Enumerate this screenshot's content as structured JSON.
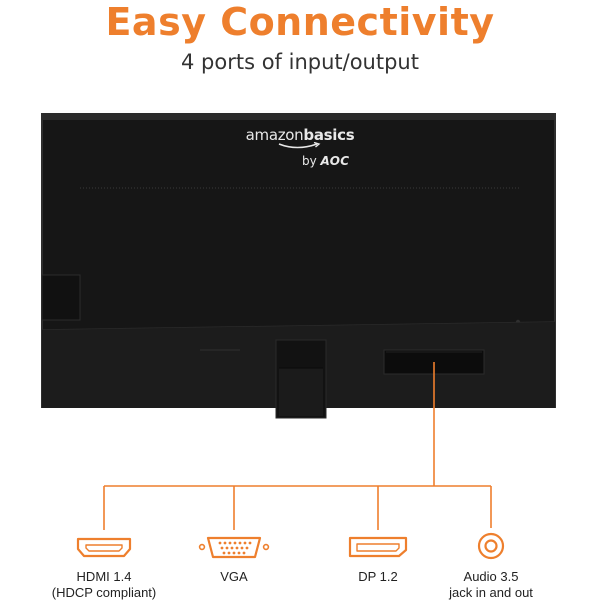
{
  "headline": "Easy Connectivity",
  "subline": "4 ports of input/output",
  "brand": {
    "name_light": "amazon",
    "name_bold": "basics",
    "by_prefix": "by",
    "partner": "AOC"
  },
  "ports": [
    {
      "label_line1": "HDMI 1.4",
      "label_line2": "(HDCP compliant)",
      "icon": "hdmi-port-icon"
    },
    {
      "label_line1": "VGA",
      "label_line2": "",
      "icon": "vga-port-icon"
    },
    {
      "label_line1": "DP 1.2",
      "label_line2": "",
      "icon": "displayport-icon"
    },
    {
      "label_line1": "Audio 3.5",
      "label_line2": "jack in and out",
      "icon": "audio-jack-icon"
    }
  ],
  "colors": {
    "accent": "#ee7f2d",
    "monitor_body": "#1a1a1a",
    "text": "#222222"
  }
}
